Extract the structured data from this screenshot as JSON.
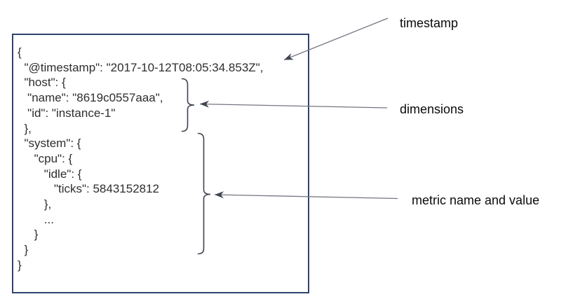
{
  "diagram": {
    "title": "metricbeat-event-structure-annotation",
    "code_block": {
      "json_text": "{\n  \"@timestamp\": \"2017-10-12T08:05:34.853Z\",\n  \"host\": {\n   \"name\": \"8619c0557aaa\",\n   \"id\": \"instance-1\"\n  },\n  \"system\": {\n     \"cpu\": {\n        \"idle\": {\n           \"ticks\": 5843152812\n        },\n        ...\n     }\n  }\n}",
      "fields": {
        "timestamp_key": "@timestamp",
        "timestamp_value": "2017-10-12T08:05:34.853Z",
        "host_name": "8619c0557aaa",
        "host_id": "instance-1",
        "metric_path": "system.cpu.idle.ticks",
        "metric_value": 5843152812
      }
    },
    "annotations": {
      "timestamp_label": "timestamp",
      "dimensions_label": "dimensions",
      "metric_label": "metric name and value"
    },
    "colors": {
      "box_border": "#2f4370",
      "code_text": "#2e2e2e",
      "label_text": "#0a0a0a",
      "arrow_line": "#72767f",
      "arrow_head": "#3e4450",
      "brace": "#3e4450"
    }
  }
}
